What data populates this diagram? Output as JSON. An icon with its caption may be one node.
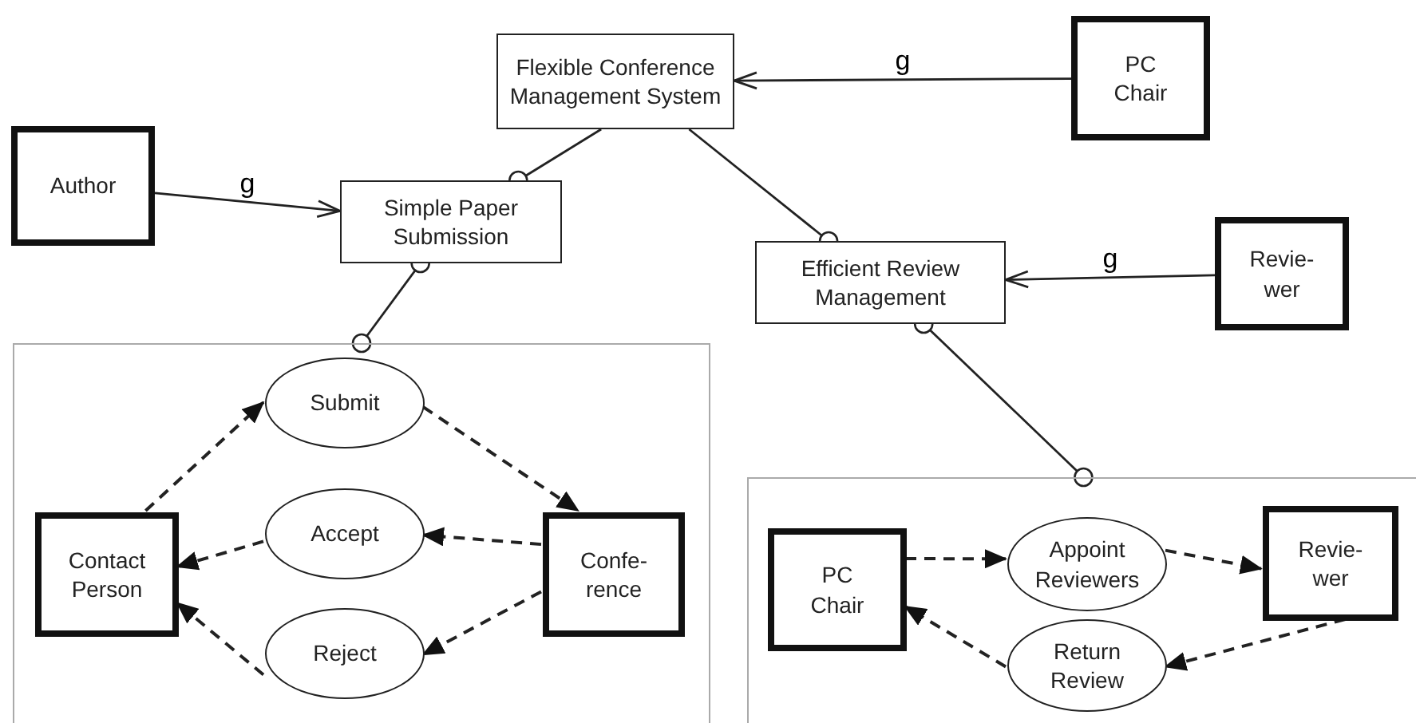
{
  "diagram": {
    "nodes": [
      {
        "text": [
          "Flexible Conference Management System"
        ]
      },
      {
        "text": [
          "PC Chair"
        ]
      },
      {
        "text": [
          "Author"
        ]
      },
      {
        "text": [
          "Simple Paper Submission"
        ]
      },
      {
        "text": [
          "Efficient Review Management"
        ]
      },
      {
        "text": [
          "Revie- wer"
        ]
      },
      {
        "text": [],
        "shape": "box"
      },
      {
        "text": [
          "Submit"
        ],
        "in": 6
      },
      {
        "text": [
          "Accept"
        ],
        "in": 6
      },
      {
        "text": [
          "Reject"
        ],
        "in": 6
      },
      {
        "text": [
          "Contact Person"
        ],
        "in": 6
      },
      {
        "text": [
          "Confe- rence"
        ],
        "in": 6
      },
      {
        "text": [],
        "shape": "box"
      },
      {
        "text": [
          "PC Chair"
        ],
        "in": 12
      },
      {
        "text": [
          "Appoint Reviewers"
        ],
        "in": 12
      },
      {
        "text": [
          "Revie- wer"
        ],
        "in": 12
      },
      {
        "text": [
          "Return Review"
        ],
        "in": 12
      }
    ],
    "edges": [
      {
        "from": 2,
        "to": 3,
        "arrow": "to",
        "label": "g"
      },
      {
        "from": 1,
        "to": 0,
        "arrow": "to",
        "label": "g"
      },
      {
        "from": 0,
        "to": 3,
        "arrow": "other"
      },
      {
        "from": 3,
        "to": 6,
        "arrow": "other"
      },
      {
        "from": 0,
        "to": 4,
        "arrow": "other"
      },
      {
        "from": 5,
        "to": 4,
        "arrow": "to",
        "label": "g"
      },
      {
        "from": 4,
        "to": 12,
        "arrow": "other"
      },
      {
        "from": 10,
        "to": 7,
        "arrow": "to",
        "style": "dashed"
      },
      {
        "from": 7,
        "to": 11,
        "arrow": "to",
        "style": "dashed"
      },
      {
        "from": 11,
        "to": 8,
        "arrow": "to",
        "style": "dashed"
      },
      {
        "from": 8,
        "to": 10,
        "arrow": "to",
        "style": "dashed"
      },
      {
        "from": 11,
        "to": 9,
        "arrow": "to",
        "style": "dashed"
      },
      {
        "from": 9,
        "to": 10,
        "arrow": "to",
        "style": "dashed"
      },
      {
        "from": 13,
        "to": 14,
        "arrow": "to",
        "style": "dashed"
      },
      {
        "from": 14,
        "to": 15,
        "arrow": "to",
        "style": "dashed"
      },
      {
        "from": 15,
        "to": 16,
        "arrow": "to",
        "style": "dashed"
      },
      {
        "from": 16,
        "to": 13,
        "arrow": "to",
        "style": "dashed"
      }
    ]
  }
}
